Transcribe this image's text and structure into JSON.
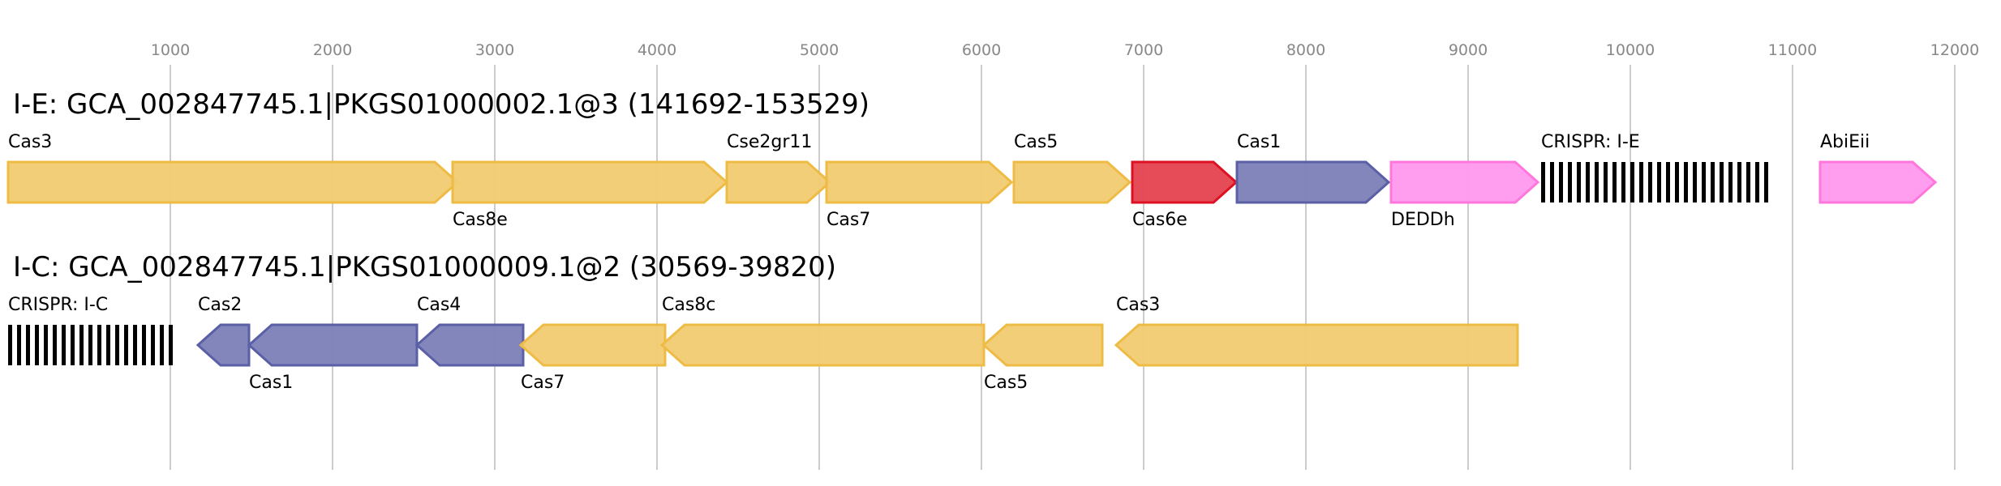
{
  "axis": {
    "ticks": [
      1000,
      2000,
      3000,
      4000,
      5000,
      6000,
      7000,
      8000,
      9000,
      10000,
      11000,
      12000
    ],
    "range_bp": [
      0,
      12000
    ]
  },
  "colors": {
    "yellow": {
      "fill": "#f2cb72",
      "stroke": "#eebb45"
    },
    "blue": {
      "fill": "#7b7fb7",
      "stroke": "#5a5fa6"
    },
    "red": {
      "fill": "#e5414f",
      "stroke": "#dd1122"
    },
    "pink": {
      "fill": "#ff99ee",
      "stroke": "#ff77dd"
    },
    "grid": "#bbbbbb"
  },
  "loci": [
    {
      "title": "I-E: GCA_002847745.1|PKGS01000002.1@3 (141692-153529)",
      "genes": [
        {
          "name": "Cas3",
          "start": 0,
          "end": 2770,
          "strand": "+",
          "color": "yellow",
          "label": "above"
        },
        {
          "name": "Cas8e",
          "start": 2740,
          "end": 4430,
          "strand": "+",
          "color": "yellow",
          "label": "below"
        },
        {
          "name": "Cse2gr11",
          "start": 4430,
          "end": 5065,
          "strand": "+",
          "color": "yellow",
          "label": "above"
        },
        {
          "name": "Cas7",
          "start": 5045,
          "end": 6185,
          "strand": "+",
          "color": "yellow",
          "label": "below"
        },
        {
          "name": "Cas5",
          "start": 6200,
          "end": 6915,
          "strand": "+",
          "color": "yellow",
          "label": "above"
        },
        {
          "name": "Cas6e",
          "start": 6930,
          "end": 7570,
          "strand": "+",
          "color": "red",
          "label": "below"
        },
        {
          "name": "Cas1",
          "start": 7575,
          "end": 8510,
          "strand": "+",
          "color": "blue",
          "label": "above"
        },
        {
          "name": "DEDDh",
          "start": 8525,
          "end": 9430,
          "strand": "+",
          "color": "pink",
          "label": "below"
        },
        {
          "name": "CRISPR: I-E",
          "start": 9450,
          "end": 10875,
          "strand": "crispr",
          "color": "black",
          "label": "above"
        },
        {
          "name": "AbiEii",
          "start": 11170,
          "end": 11880,
          "strand": "+",
          "color": "pink",
          "label": "above"
        }
      ]
    },
    {
      "title": "I-C: GCA_002847745.1|PKGS01000009.1@2 (30569-39820)",
      "genes": [
        {
          "name": "CRISPR: I-C",
          "start": 0,
          "end": 1060,
          "strand": "crispr",
          "color": "black",
          "label": "above"
        },
        {
          "name": "Cas2",
          "start": 1170,
          "end": 1485,
          "strand": "-",
          "color": "blue",
          "label": "above"
        },
        {
          "name": "Cas1",
          "start": 1485,
          "end": 2520,
          "strand": "-",
          "color": "blue",
          "label": "below"
        },
        {
          "name": "Cas4",
          "start": 2520,
          "end": 3175,
          "strand": "-",
          "color": "blue",
          "label": "above"
        },
        {
          "name": "Cas7",
          "start": 3160,
          "end": 4050,
          "strand": "-",
          "color": "yellow",
          "label": "below"
        },
        {
          "name": "Cas8c",
          "start": 4030,
          "end": 6015,
          "strand": "-",
          "color": "yellow",
          "label": "above"
        },
        {
          "name": "Cas5",
          "start": 6015,
          "end": 6745,
          "strand": "-",
          "color": "yellow",
          "label": "below"
        },
        {
          "name": "Cas3",
          "start": 6830,
          "end": 9305,
          "strand": "-",
          "color": "yellow",
          "label": "above"
        }
      ]
    }
  ]
}
